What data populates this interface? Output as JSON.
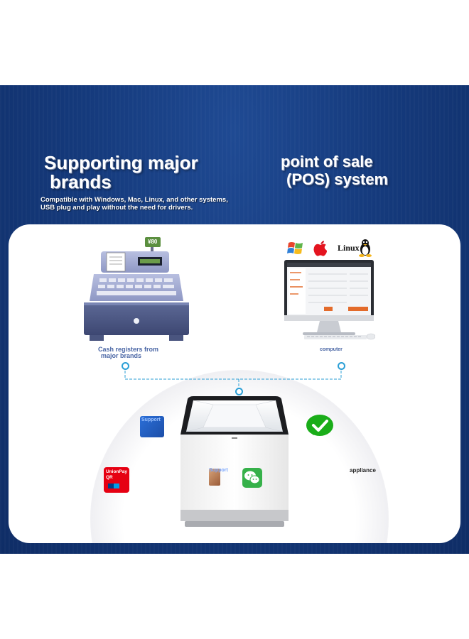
{
  "headline_left": {
    "line1": "Supporting major",
    "line2": "brands"
  },
  "headline_right": {
    "line1": "point of sale",
    "line2": "(POS) system"
  },
  "subtext": {
    "line1": "Compatible with Windows, Mac, Linux, and other systems,",
    "line2": "USB plug and play without the need for drivers."
  },
  "cash_register": {
    "caption_line1": "Cash registers from",
    "caption_line2": "major brands",
    "display_text": "¥80"
  },
  "computer": {
    "caption": "computer",
    "os_logos": [
      "windows-logo",
      "apple-logo",
      "linux-logo"
    ],
    "linux_text": "Linux"
  },
  "payment_icons": {
    "unionpay_line1": "UnionPay",
    "unionpay_line2": "QR",
    "support_left": "Support",
    "support_center": "Support"
  },
  "appliance_label": "appliance",
  "colors": {
    "banner": "#153a7c",
    "connector": "#2b9fd6",
    "wechat": "#1aad19",
    "unionpay": "#e60012"
  }
}
